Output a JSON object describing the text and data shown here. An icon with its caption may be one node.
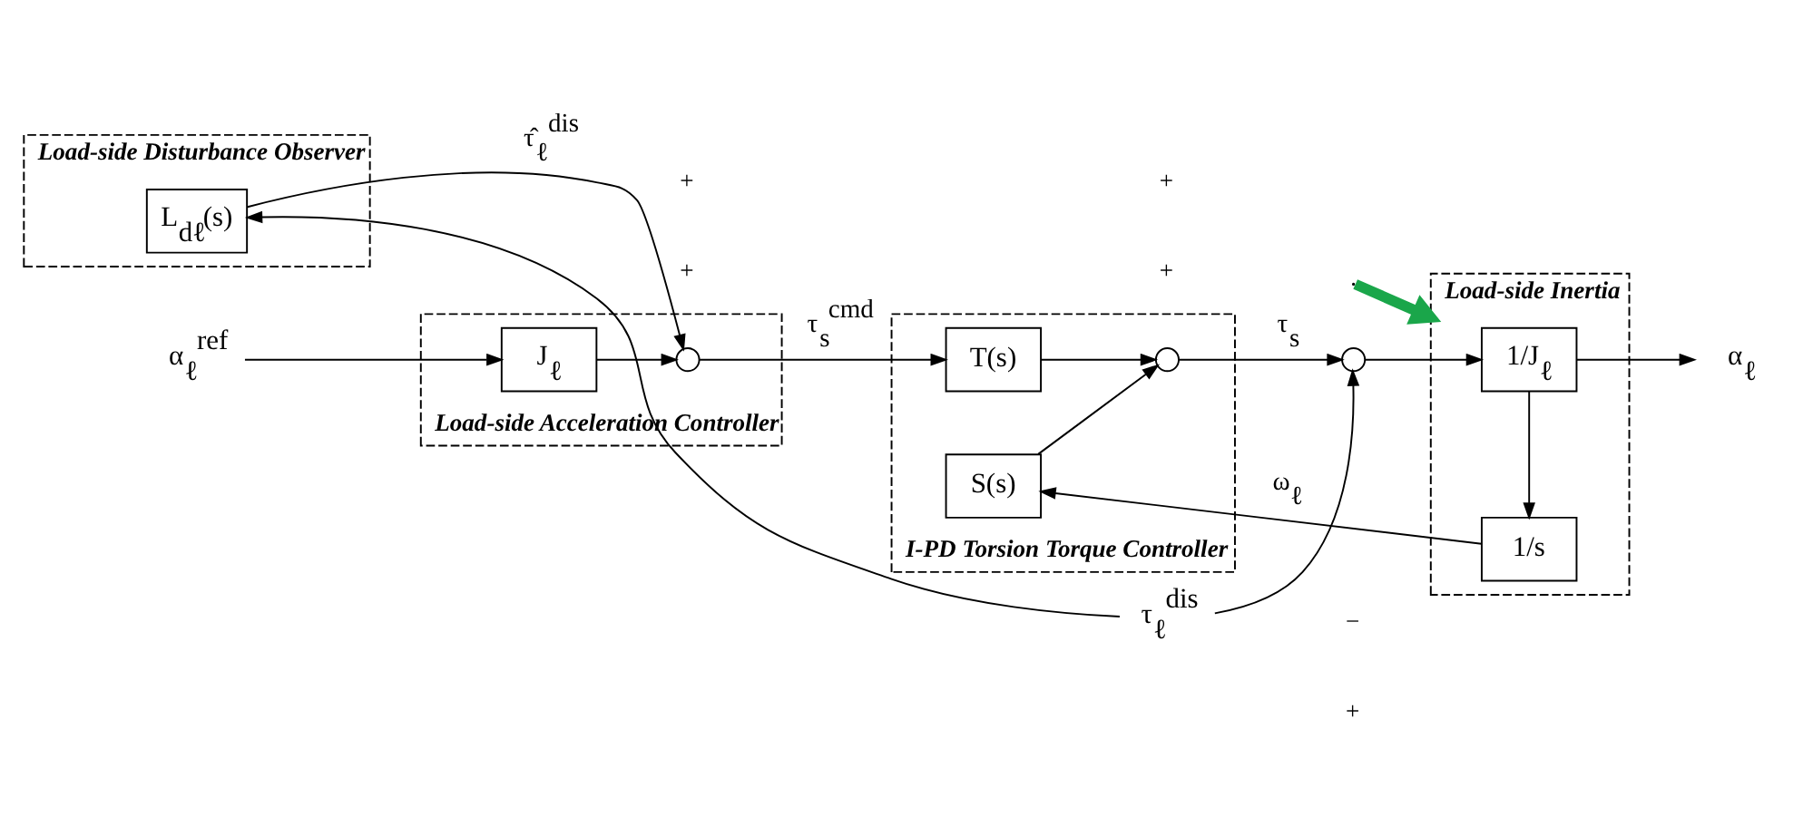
{
  "diagram": {
    "nodes": [
      {
        "text": [
          "Load-side Acceleration Controller"
        ]
      },
      {
        "text": [
          "J$_{ℓ}$"
        ],
        "in": 0
      },
      {
        "text": [],
        "shape": "circle",
        "in": 0
      },
      {
        "text": [
          "Load-side Disturbance Observer"
        ]
      },
      {
        "text": [
          "L$_{dℓ}$(s)"
        ],
        "in": 3
      },
      {
        "text": [
          "I-PD Torsion Torque Controller"
        ]
      },
      {
        "text": [
          "T(s)"
        ],
        "in": 5
      },
      {
        "text": [],
        "shape": "circle",
        "in": 5
      },
      {
        "text": [
          "S(s)"
        ],
        "in": 5
      },
      {
        "text": [],
        "shape": "circle"
      },
      {
        "text": [
          "Load-side Inertia"
        ]
      },
      {
        "text": [
          "1/J$_{ℓ}$"
        ],
        "in": 10
      },
      {
        "text": [
          "1/s"
        ],
        "in": 10
      },
      {
        "text": [
          "α$_{ℓ}$$^{ref}$"
        ]
      },
      {
        "text": [
          "τ$_{ℓ}$$^{dis}$"
        ]
      },
      {
        "text": [
          "α$_{ℓ}$"
        ]
      }
    ],
    "edges": [
      {
        "from": 13,
        "to": 1,
        "arrow": "to"
      },
      {
        "from": 1,
        "to": 2,
        "arrow": "to"
      },
      {
        "from": 4,
        "to": 2,
        "arrow": "to",
        "label": "τ̂$_{ℓ}$$^{dis}$"
      },
      {
        "from": 2,
        "to": 6,
        "arrow": "to",
        "label": "τ$_{s}$$^{cmd}$"
      },
      {
        "from": 6,
        "to": 7,
        "arrow": "to"
      },
      {
        "from": 8,
        "to": 7,
        "arrow": "to"
      },
      {
        "from": 7,
        "to": 9,
        "arrow": "to",
        "label": "τ$_{s}$"
      },
      {
        "from": 14,
        "to": 4,
        "arrow": "to"
      },
      {
        "from": 14,
        "to": 9,
        "arrow": "to"
      },
      {
        "from": 9,
        "to": 11,
        "arrow": "to"
      },
      {
        "from": 11,
        "to": 15,
        "arrow": "to"
      },
      {
        "from": 11,
        "to": 12,
        "arrow": "to"
      },
      {
        "from": 12,
        "to": 8,
        "arrow": "to",
        "label": "ω$_{ℓ}$"
      },
      {
        "from": null,
        "to": 10,
        "arrow": "to",
        "style": "thick",
        "color": "#1aa64a"
      }
    ],
    "labels": [
      "+",
      "+",
      "+",
      "+",
      "−",
      "+"
    ]
  }
}
